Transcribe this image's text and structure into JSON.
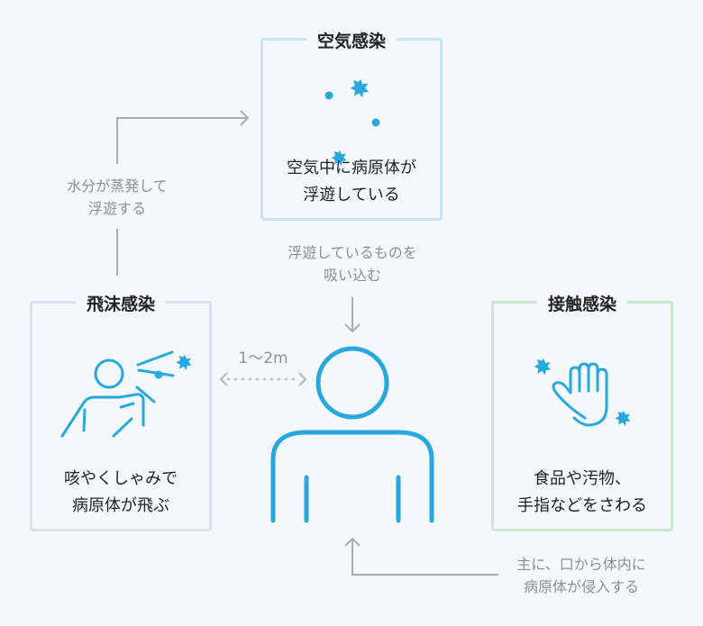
{
  "airborne": {
    "title": "空気感染",
    "line1": "空気中に病原体が",
    "line2": "浮遊している"
  },
  "droplet": {
    "title": "飛沫感染",
    "line1": "咳やくしゃみで",
    "line2": "病原体が飛ぶ"
  },
  "contact": {
    "title": "接触感染",
    "line1": "食品や汚物、",
    "line2": "手指などをさわる"
  },
  "evaporation": {
    "line1": "水分が蒸発して",
    "line2": "浮遊する"
  },
  "inhale": {
    "line1": "浮遊しているものを",
    "line2": "吸い込む"
  },
  "distance": "1〜2m",
  "entry": {
    "line1": "主に、口から体内に",
    "line2": "病原体が侵入する"
  },
  "colors": {
    "airborne_border": "#c4e4f4",
    "droplet_border": "#d8e0f0",
    "contact_border": "#c8e8d2",
    "accent": "#29a8df",
    "connector": "#a8adb2"
  }
}
